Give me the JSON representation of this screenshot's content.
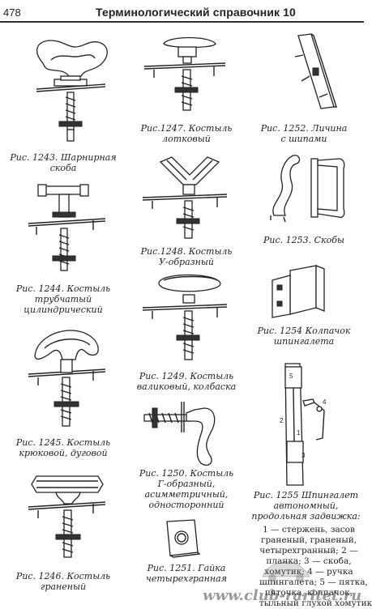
{
  "header": {
    "page_number": "478",
    "title": "Терминологический справочник  10"
  },
  "captions": {
    "fig1243": "Рис. 1243. Шарнирная\nскоба",
    "fig1244": "Рис. 1244. Костыль\nтрубчатый\nцилиндрический",
    "fig1245": "Рис. 1245. Костыль\nкрюковой, дуговой",
    "fig1246": "Рис. 1246. Костыль\nграненый",
    "fig1247": "Рис.1247. Костыль\nлотковый",
    "fig1248": "Рис.1248. Костыль\nУ-образный",
    "fig1249": "Рис. 1249. Костыль\nваликовый, колбаска",
    "fig1250": "Рис. 1250. Костыль\nГ-образный,\nасимметричный,\nодносторонний",
    "fig1251": "Рис. 1251. Гайка\nчетырехгранная",
    "fig1252": "Рис. 1252. Личина\nс шипами",
    "fig1253": "Рис. 1253. Скобы",
    "fig1254": "Рис. 1254 Колпачок\nшпингалета",
    "fig1255": "Рис. 1255 Шпингалет\nавтономный,\nпродольная задвижка:"
  },
  "legend_1255": "1 — стержень, засов\nграненый, граненый,\nчетырехгранный; 2 —\nпланка; 3 — скоба,\nхомутик; 4 — ручка\nшпингалета; 5 — пятка,\nпяточка, колпачок,\nтыльный глухой хомутик",
  "diagram_labels": [
    "5",
    "2",
    "1",
    "3",
    "4"
  ],
  "watermark": "www.club-raritet.ru",
  "icons": [
    "hinged-bracket-drawing",
    "tubular-crutch-drawing",
    "hook-crutch-drawing",
    "faceted-crutch-drawing",
    "trough-crutch-drawing",
    "y-crutch-drawing",
    "roller-crutch-drawing",
    "l-crutch-drawing",
    "square-nut-drawing",
    "spiked-plate-drawing",
    "brackets-drawing",
    "bolt-cap-drawing",
    "espagnolette-drawing"
  ]
}
